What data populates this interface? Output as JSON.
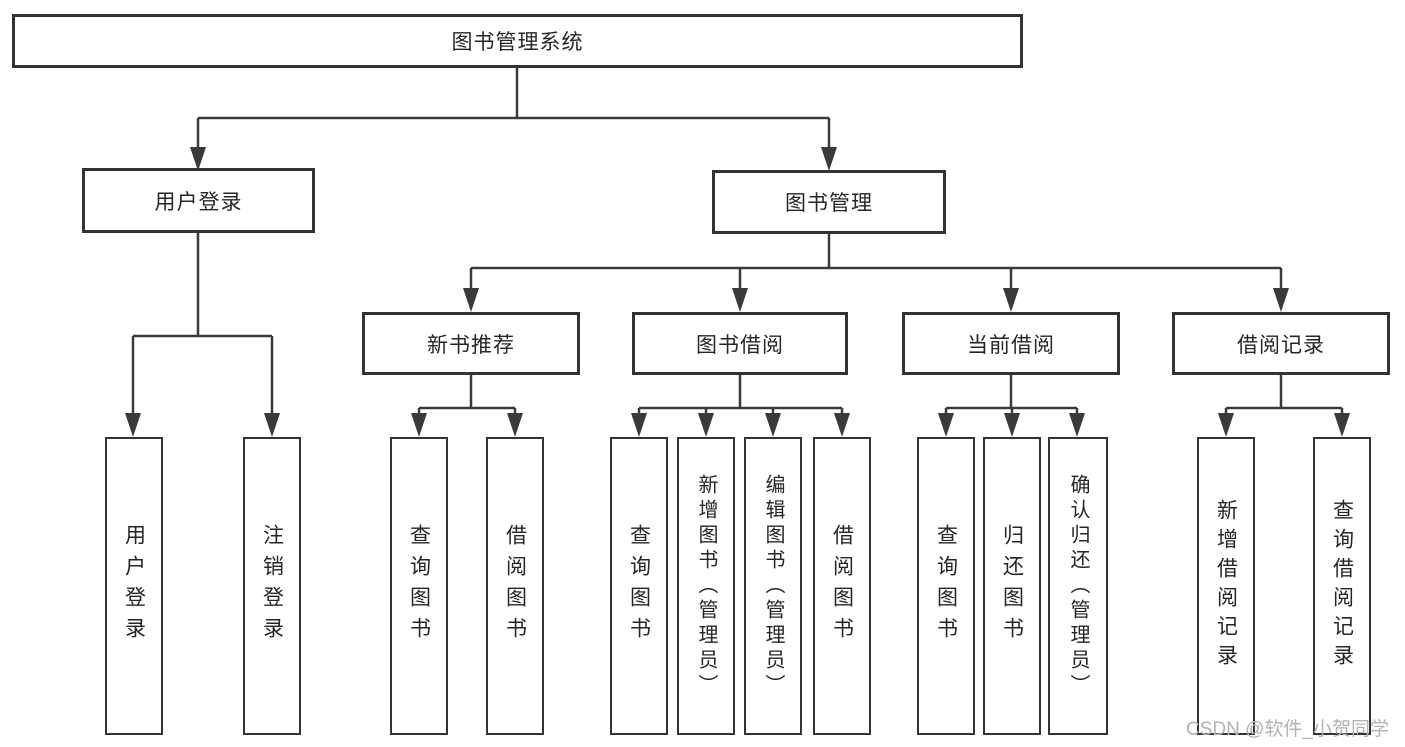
{
  "tree": {
    "root": {
      "label": "图书管理系统",
      "children": [
        {
          "label": "用户登录",
          "children": [
            {
              "label": "用户登录"
            },
            {
              "label": "注销登录"
            }
          ]
        },
        {
          "label": "图书管理",
          "children": [
            {
              "label": "新书推荐",
              "children": [
                {
                  "label": "查询图书"
                },
                {
                  "label": "借阅图书"
                }
              ]
            },
            {
              "label": "图书借阅",
              "children": [
                {
                  "label": "查询图书"
                },
                {
                  "label": "新增图书（管理员）"
                },
                {
                  "label": "编辑图书（管理员）"
                },
                {
                  "label": "借阅图书"
                }
              ]
            },
            {
              "label": "当前借阅",
              "children": [
                {
                  "label": "查询图书"
                },
                {
                  "label": "归还图书"
                },
                {
                  "label": "确认归还（管理员）"
                }
              ]
            },
            {
              "label": "借阅记录",
              "children": [
                {
                  "label": "新增借阅记录"
                },
                {
                  "label": "查询借阅记录"
                }
              ]
            }
          ]
        }
      ]
    }
  },
  "watermark": "CSDN @软件_小贺同学",
  "colors": {
    "line": "#3a3a3a",
    "box_border": "#333333",
    "text": "#262626",
    "watermark": "#b2b2b2",
    "background": "#ffffff"
  }
}
